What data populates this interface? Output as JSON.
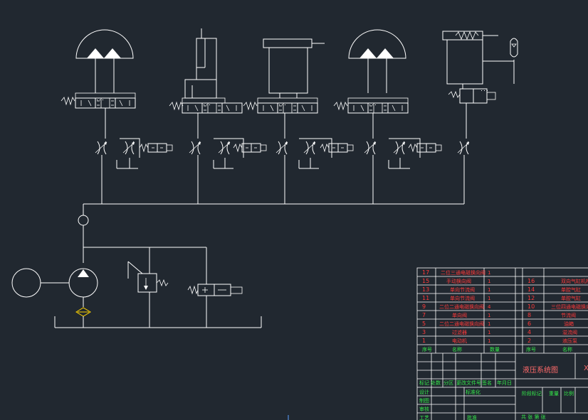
{
  "title_block": {
    "title": "液压系统图",
    "cut_char": "X",
    "rev_headers": [
      "标记",
      "处数",
      "分区",
      "更改文件号",
      "签名",
      "年月日"
    ],
    "role_labels": [
      "设计",
      "制图",
      "审核",
      "工艺"
    ],
    "standard_label": "标准化",
    "approve_label": "批准",
    "stage_label": "阶段标记",
    "weight_label": "重量",
    "scale_label": "比例",
    "sheet_label": "共  张  第  张"
  },
  "parts_left": {
    "rows": [
      {
        "no": "17",
        "name": "二位三通电磁换向阀",
        "qty": "1"
      },
      {
        "no": "15",
        "name": "手动换向阀",
        "qty": "1"
      },
      {
        "no": "13",
        "name": "单向节流阀",
        "qty": "1"
      },
      {
        "no": "11",
        "name": "单向节流阀",
        "qty": "1"
      },
      {
        "no": "9",
        "name": "二位二通电磁换向阀",
        "qty": "4"
      },
      {
        "no": "7",
        "name": "单向阀",
        "qty": "1"
      },
      {
        "no": "5",
        "name": "二位二通电磁换向阀",
        "qty": "1"
      },
      {
        "no": "3",
        "name": "过滤器",
        "qty": "1"
      },
      {
        "no": "1",
        "name": "电动机",
        "qty": "1"
      }
    ],
    "header": {
      "no": "序号",
      "name": "名称",
      "qty": "数量"
    }
  },
  "parts_right": {
    "rows": [
      {
        "no": "16",
        "name": "双向气缸机构"
      },
      {
        "no": "14",
        "name": "单腔气缸"
      },
      {
        "no": "12",
        "name": "单腔气缸"
      },
      {
        "no": "10",
        "name": "三位四通电磁换向阀"
      },
      {
        "no": "8",
        "name": "节流阀"
      },
      {
        "no": "6",
        "name": "油箱"
      },
      {
        "no": "4",
        "name": "溢流阀"
      },
      {
        "no": "2",
        "name": "液压泵"
      }
    ],
    "header": {
      "no": "序号",
      "name": "名称"
    }
  }
}
